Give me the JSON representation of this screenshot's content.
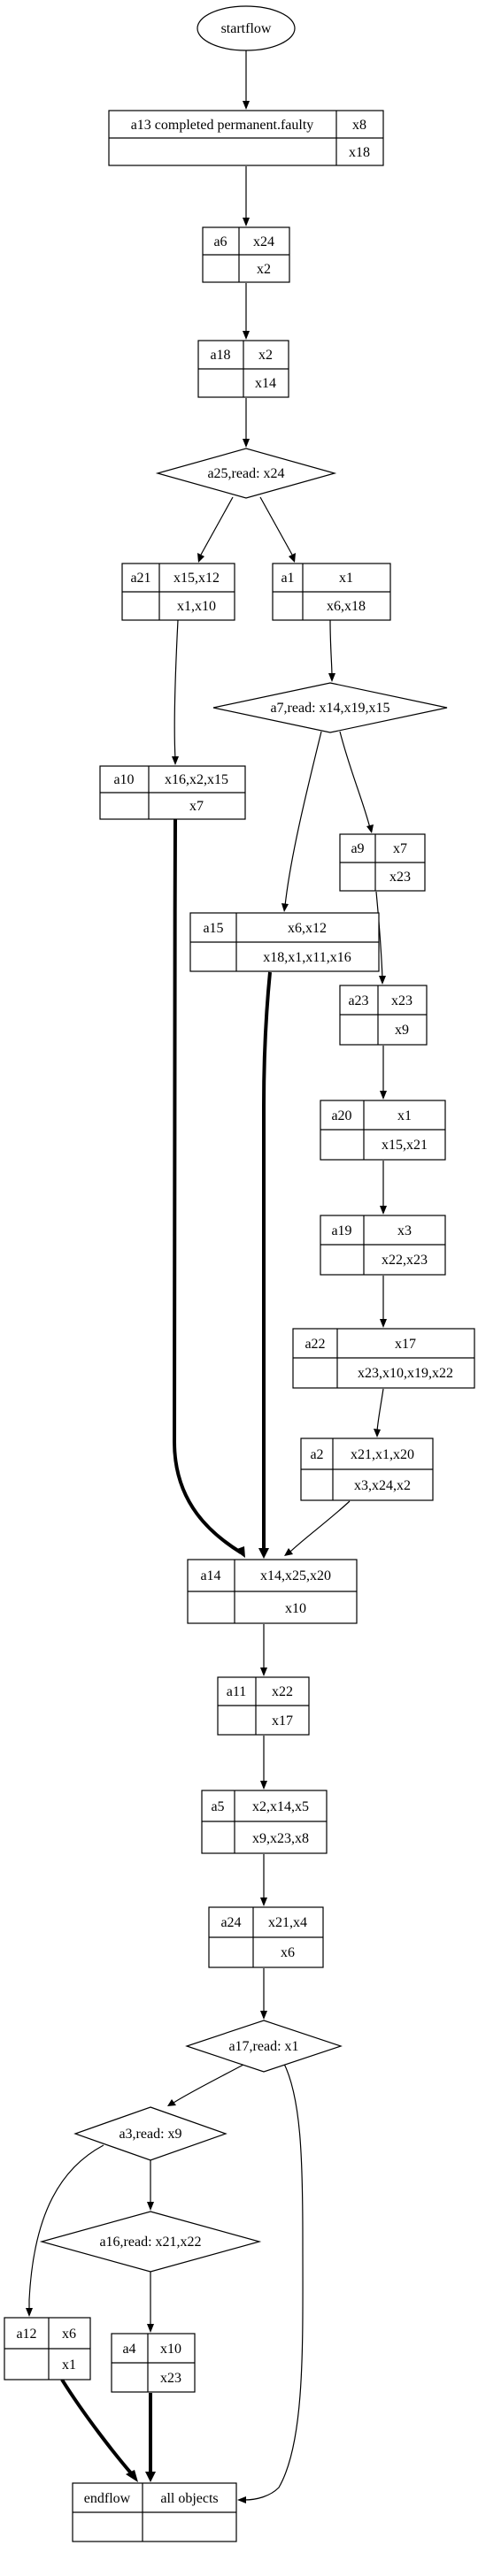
{
  "start": "startflow",
  "nodes": {
    "a13": {
      "name": "a13 completed permanent.faulty",
      "write": "x8",
      "read": "x18"
    },
    "a6": {
      "name": "a6",
      "write": "x24",
      "read": "x2"
    },
    "a18": {
      "name": "a18",
      "write": "x2",
      "read": "x14"
    },
    "a25": {
      "label": "a25,read: x24"
    },
    "a21": {
      "name": "a21",
      "write": "x15,x12",
      "read": "x1,x10"
    },
    "a1": {
      "name": "a1",
      "write": "x1",
      "read": "x6,x18"
    },
    "a7": {
      "label": "a7,read: x14,x19,x15"
    },
    "a10": {
      "name": "a10",
      "write": "x16,x2,x15",
      "read": "x7"
    },
    "a9": {
      "name": "a9",
      "write": "x7",
      "read": "x23"
    },
    "a15": {
      "name": "a15",
      "write": "x6,x12",
      "read": "x18,x1,x11,x16"
    },
    "a23": {
      "name": "a23",
      "write": "x23",
      "read": "x9"
    },
    "a20": {
      "name": "a20",
      "write": "x1",
      "read": "x15,x21"
    },
    "a19": {
      "name": "a19",
      "write": "x3",
      "read": "x22,x23"
    },
    "a22": {
      "name": "a22",
      "write": "x17",
      "read": "x23,x10,x19,x22"
    },
    "a2": {
      "name": "a2",
      "write": "x21,x1,x20",
      "read": "x3,x24,x2"
    },
    "a14": {
      "name": "a14",
      "write": "x14,x25,x20",
      "read": "x10"
    },
    "a11": {
      "name": "a11",
      "write": "x22",
      "read": "x17"
    },
    "a5": {
      "name": "a5",
      "write": "x2,x14,x5",
      "read": "x9,x23,x8"
    },
    "a24": {
      "name": "a24",
      "write": "x21,x4",
      "read": "x6"
    },
    "a17": {
      "label": "a17,read: x1"
    },
    "a3": {
      "label": "a3,read: x9"
    },
    "a16": {
      "label": "a16,read: x21,x22"
    },
    "a12": {
      "name": "a12",
      "write": "x6",
      "read": "x1"
    },
    "a4": {
      "name": "a4",
      "write": "x10",
      "read": "x23"
    }
  },
  "end": {
    "name": "endflow",
    "write": "all objects"
  }
}
